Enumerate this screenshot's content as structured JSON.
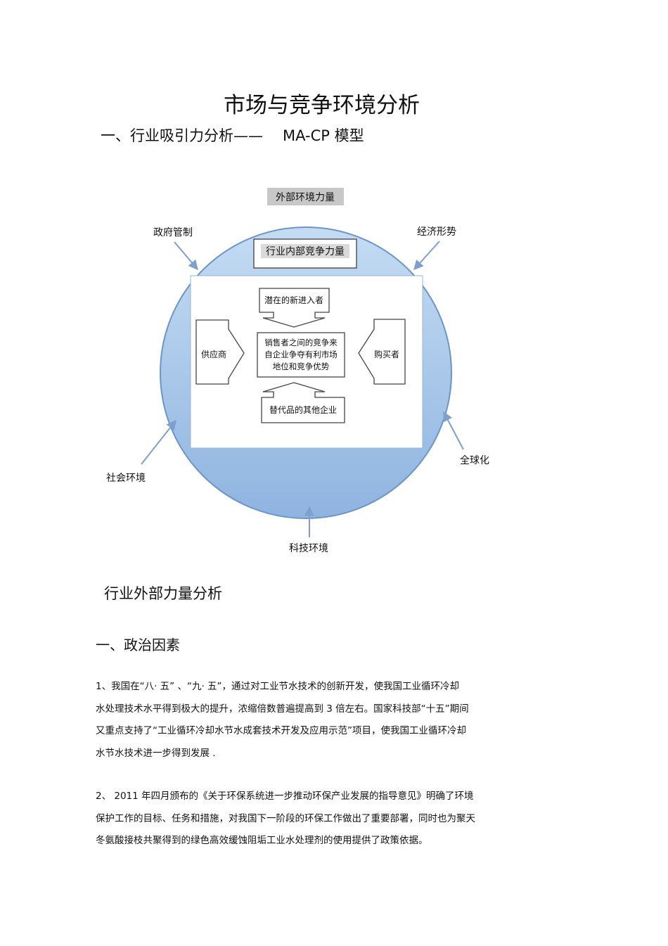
{
  "title": "市场与竞争环境分析",
  "section1": {
    "heading": "一、行业吸引力分析——",
    "model": "MA-CP  模型"
  },
  "diagram": {
    "outer_label": "外部环境力量",
    "inner_label": "行业内部竞争力量",
    "forces": {
      "government": "政府管制",
      "economy": "经济形势",
      "society": "社会环境",
      "globalization": "全球化",
      "technology": "科技环境"
    },
    "five_forces": {
      "entrants": "潜在的新进入者",
      "suppliers": "供应商",
      "buyers": "购买者",
      "rivalry": [
        "销售者之间的竞争来",
        "自企业争夺有利市场",
        "地位和竞争优势"
      ],
      "substitutes": "替代品的其他企业"
    }
  },
  "section2": "行业外部力量分析",
  "section3": "一、政治因素",
  "para1": [
    "1、我国在“八· 五” 、“九· 五”，通过对工业节水技术的创新开发，使我国工业循环冷却",
    "水处理技术水平得到极大的提升，浓缩倍数普遍提高到          3 倍左右。国家科技部“十五”期间",
    "又重点支持了“工业循环冷却水节水成套技术开发及应用示范”项目，使我国工业循环冷却",
    "水节水技术进一步得到发展        ."
  ],
  "para2": [
    "2、 2011  年四月颁布的《关于环保系统进一步推动环保产业发展的指导意见》明确了环境",
    "保护工作的目标、任务和措施，对我国下一阶段的环保工作做出了重要部署，同时也为聚天",
    "冬氨酸接枝共聚得到的绿色高效缓蚀阻垢工业水处理剂的使用提供了政策依据。"
  ]
}
